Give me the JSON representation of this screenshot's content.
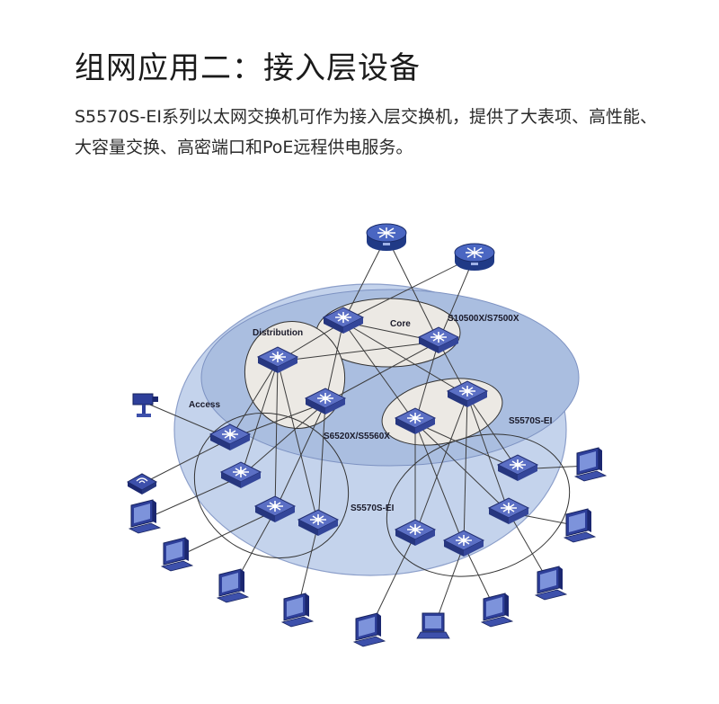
{
  "header": {
    "title": "组网应用二：接入层设备",
    "description": "S5570S-EI系列以太网交换机可作为接入层交换机，提供了大表项、高性能、大容量交换、高密端口和PoE远程供电服务。"
  },
  "diagram": {
    "labels": {
      "core": "Core",
      "distribution": "Distribution",
      "access": "Access",
      "core_models": "S10500X/S7500X",
      "dist_models": "S6520X/S5560X",
      "access_model": "S5570S-EI",
      "access_model_partial": "S5570S-EI"
    },
    "colors": {
      "outer_ellipse": "#c4d3ec",
      "inner_ellipse": "#a9bde0",
      "core_ellipse": "#eceae6",
      "switch": "#3a4fa8",
      "router": "#2d4a9c",
      "link": "#3c3c3c"
    },
    "icons": [
      "router-icon",
      "switch-icon",
      "pc-icon",
      "laptop-icon",
      "camera-icon",
      "wireless-ap-icon"
    ]
  }
}
